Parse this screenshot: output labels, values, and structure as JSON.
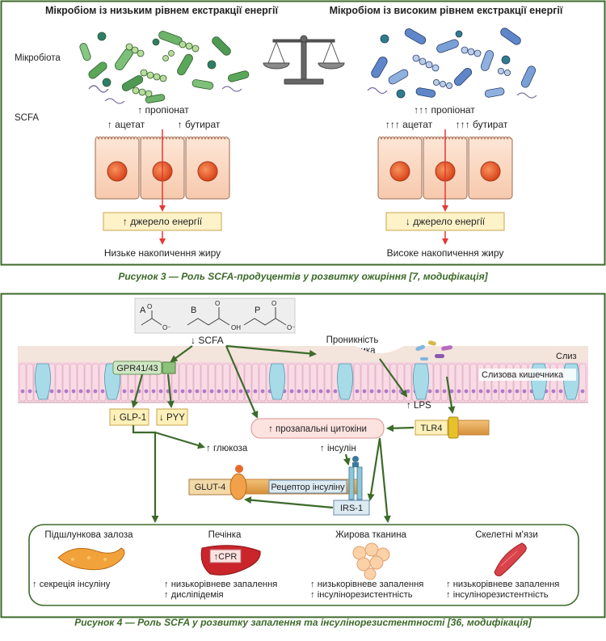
{
  "figure3": {
    "left_title": "Мікробіом із низьким рівнем екстракції енергії",
    "right_title": "Мікробіом із високим рівнем екстракції енергії",
    "label_microbiota": "Мікробіота",
    "label_scfa": "SCFA",
    "left": {
      "propionate": "↑ пропіонат",
      "acetate": "↑ ацетат",
      "butyrate": "↑ бутират",
      "energy_source": "↑ джерело енергії",
      "outcome": "Низьке накопичення жиру"
    },
    "right": {
      "propionate": "↑↑↑ пропіонат",
      "acetate": "↑↑↑ ацетат",
      "butyrate": "↑↑↑ бутират",
      "energy_source": "↓ джерело енергії",
      "outcome": "Високе накопичення жиру"
    },
    "caption": "Рисунок 3 — Роль SCFA-продуцентів у розвитку ожиріння [7, модифікація]",
    "colors": {
      "border": "#3c6a2a",
      "arrow": "#e53935",
      "cell": "#fde3d3",
      "nucleus": "#e8592a",
      "box": "#fdf2c8"
    }
  },
  "figure4": {
    "molecules": {
      "a": "A",
      "b": "B",
      "p": "P",
      "oh": "OH",
      "o_minus": "O⁻",
      "o": "O"
    },
    "scfa": "↓ SCFA",
    "permeability": "Проникність\nкишечника",
    "mucus": "Слиз",
    "mucosa": "Слизова кишечника",
    "gpr": "GPR41/43",
    "lps": "↑ LPS",
    "glp1": "↓ GLP-1",
    "pyy": "↓ PYY",
    "tlr4": "TLR4",
    "cytokines": "↑ прозапальні цитокіни",
    "glucose": "↑ глюкоза",
    "insulin": "↑ інсулін",
    "glut4": "GLUT-4",
    "insulin_receptor": "Рецептор інсуліну",
    "irs1": "IRS-1",
    "organs": [
      {
        "name": "Підшлункова залоза",
        "lines": [
          "↑ секреція інсуліну"
        ]
      },
      {
        "name": "Печінка",
        "badge": "↑CPR",
        "lines": [
          "↑ низькорівневе запалення",
          "↑ дисліпідемія"
        ]
      },
      {
        "name": "Жирова тканина",
        "lines": [
          "↑ низькорівневе запалення",
          "↑ інсулінорезистентність"
        ]
      },
      {
        "name": "Скелетні м'язи",
        "lines": [
          "↑ низькорівневе запалення",
          "↑ інсулінорезистентність"
        ]
      }
    ],
    "caption": "Рисунок 4 — Роль SCFA у розвитку запалення та інсулінорезистентності [36, модифікація]",
    "colors": {
      "arrow": "#3c6a2a",
      "label_box": "#fdf0b8",
      "cytokine_box": "#fde3e0"
    }
  }
}
